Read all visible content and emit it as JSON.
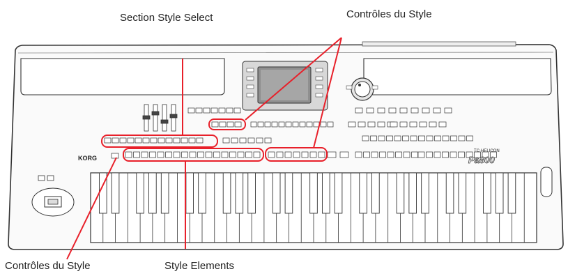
{
  "callouts": {
    "section_style_select": "Section Style Select",
    "style_controls_top": "Contrôles du Style",
    "style_controls_bottom": "Contrôles du Style",
    "style_elements": "Style Elements"
  },
  "instrument": {
    "brand": "KORG",
    "model": "Pa800",
    "badge": "TC·HELICON"
  },
  "colors": {
    "callout": "#e8202a",
    "outline": "#333333"
  }
}
